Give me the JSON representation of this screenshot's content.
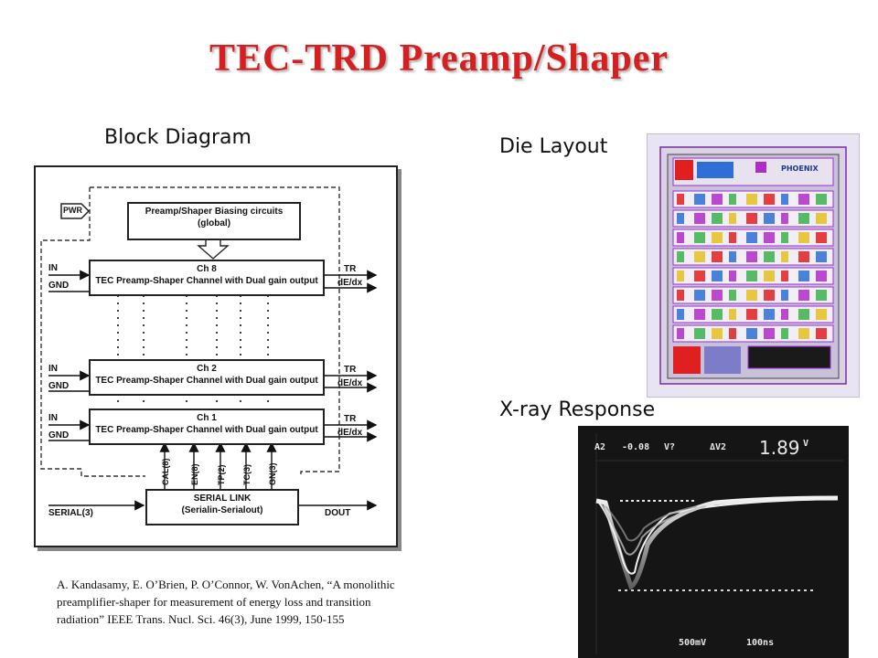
{
  "title": "TEC-TRD Preamp/Shaper",
  "labels": {
    "block_diagram": "Block Diagram",
    "die_layout": "Die Layout",
    "xray_response": "X-ray Response"
  },
  "diagram": {
    "pwr": "PWR",
    "bias_line1": "Preamp/Shaper Biasing circuits",
    "bias_line2": "(global)",
    "channels": [
      {
        "name": "Ch 8",
        "desc": "TEC Preamp-Shaper Channel with Dual gain output"
      },
      {
        "name": "Ch 2",
        "desc": "TEC Preamp-Shaper Channel with Dual gain output"
      },
      {
        "name": "Ch 1",
        "desc": "TEC Preamp-Shaper Channel with Dual gain output"
      }
    ],
    "in_label": "IN",
    "gnd_label": "GND",
    "tr_label": "TR",
    "dedx_label": "dE/dx",
    "control_signals": [
      "CAL(8)",
      "EN(8)",
      "TP(2)",
      "TC(3)",
      "GN(3)"
    ],
    "serial_line1": "SERIAL LINK",
    "serial_line2": "(Serialin-Serialout)",
    "serial_in": "SERIAL(3)",
    "serial_out": "DOUT"
  },
  "scope": {
    "ch": "A2",
    "v1": "-0.08",
    "v1_unit": "V?",
    "delta": "ΔV2",
    "big_value": "1.89",
    "big_unit": "V",
    "vscale": "500mV",
    "tscale": "100ns"
  },
  "die_logo": "PHOENIX",
  "reference": {
    "line1": "A. Kandasamy, E. O’Brien, P. O’Connor, W. VonAchen, “A monolithic",
    "line2": "preamplifier-shaper  for measurement  of energy loss and transition",
    "line3": "radiation” IEEE Trans.  Nucl. Sci. 46(3), June 1999, 150-155"
  }
}
